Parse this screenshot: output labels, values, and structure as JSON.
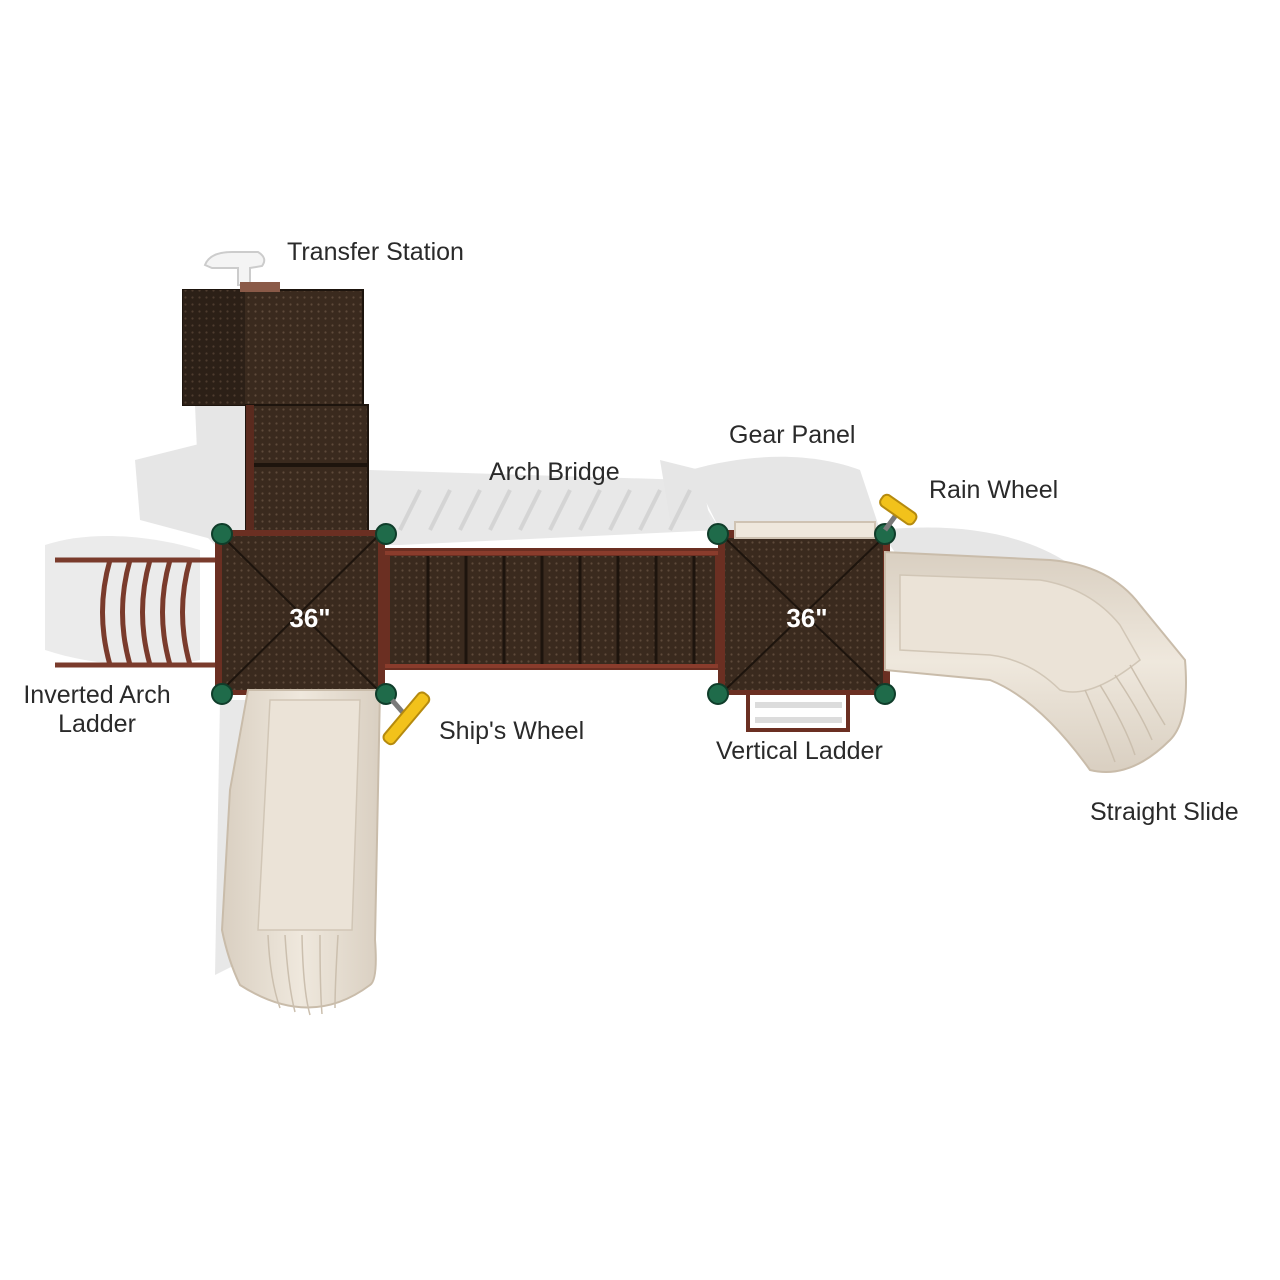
{
  "diagram": {
    "labels": {
      "transfer_station": "Transfer Station",
      "arch_bridge": "Arch Bridge",
      "gear_panel": "Gear Panel",
      "rain_wheel": "Rain Wheel",
      "inverted_arch_ladder_line1": "Inverted Arch",
      "inverted_arch_ladder_line2": "Ladder",
      "ships_wheel": "Ship's Wheel",
      "vertical_ladder": "Vertical Ladder",
      "straight_slide": "Straight Slide"
    },
    "deck_heights": {
      "left_deck": "36\"",
      "right_deck": "36\""
    },
    "colors": {
      "deck": "#3a2a1e",
      "deck_dark": "#2a1d14",
      "frame": "#6b2f22",
      "slide": "#e6ddd0",
      "slide_shade": "#cfc3b3",
      "accent_green": "#1f6b4a",
      "accent_yellow": "#f2c21b",
      "shadow": "#e4e4e4"
    }
  }
}
